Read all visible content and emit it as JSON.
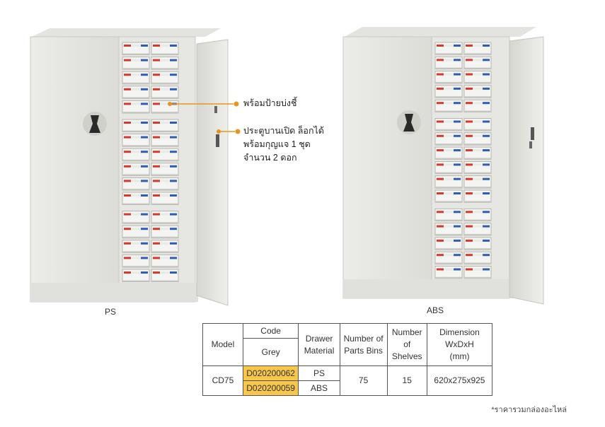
{
  "images": {
    "left_caption": "PS",
    "right_caption": "ABS"
  },
  "callouts": {
    "label_holder": "พร้อมป้ายบ่งชี้",
    "lock_line1": "ประตูบานเปิด ล็อกได้",
    "lock_line2": "พร้อมกุญแจ 1 ชุด",
    "lock_line3": "จำนวน 2 ดอก",
    "accent_color": "#e8951f"
  },
  "table": {
    "headers": {
      "model": "Model",
      "code": "Code",
      "code_sub": "Grey",
      "drawer_line1": "Drawer",
      "drawer_line2": "Material",
      "bins_line1": "Number of",
      "bins_line2": "Parts Bins",
      "shelves_line1": "Number",
      "shelves_line2": "of",
      "shelves_line3": "Shelves",
      "dim_line1": "Dimension",
      "dim_line2": "WxDxH",
      "dim_line3": "(mm)"
    },
    "row": {
      "model": "CD75",
      "code_1": "D020200062",
      "material_1": "PS",
      "code_2": "D020200059",
      "material_2": "ABS",
      "bins": "75",
      "shelves": "15",
      "dimension": "620x275x925"
    },
    "highlight_color": "#f7c64a"
  },
  "footnote": "*ราคารวมกล่องอะไหล่"
}
